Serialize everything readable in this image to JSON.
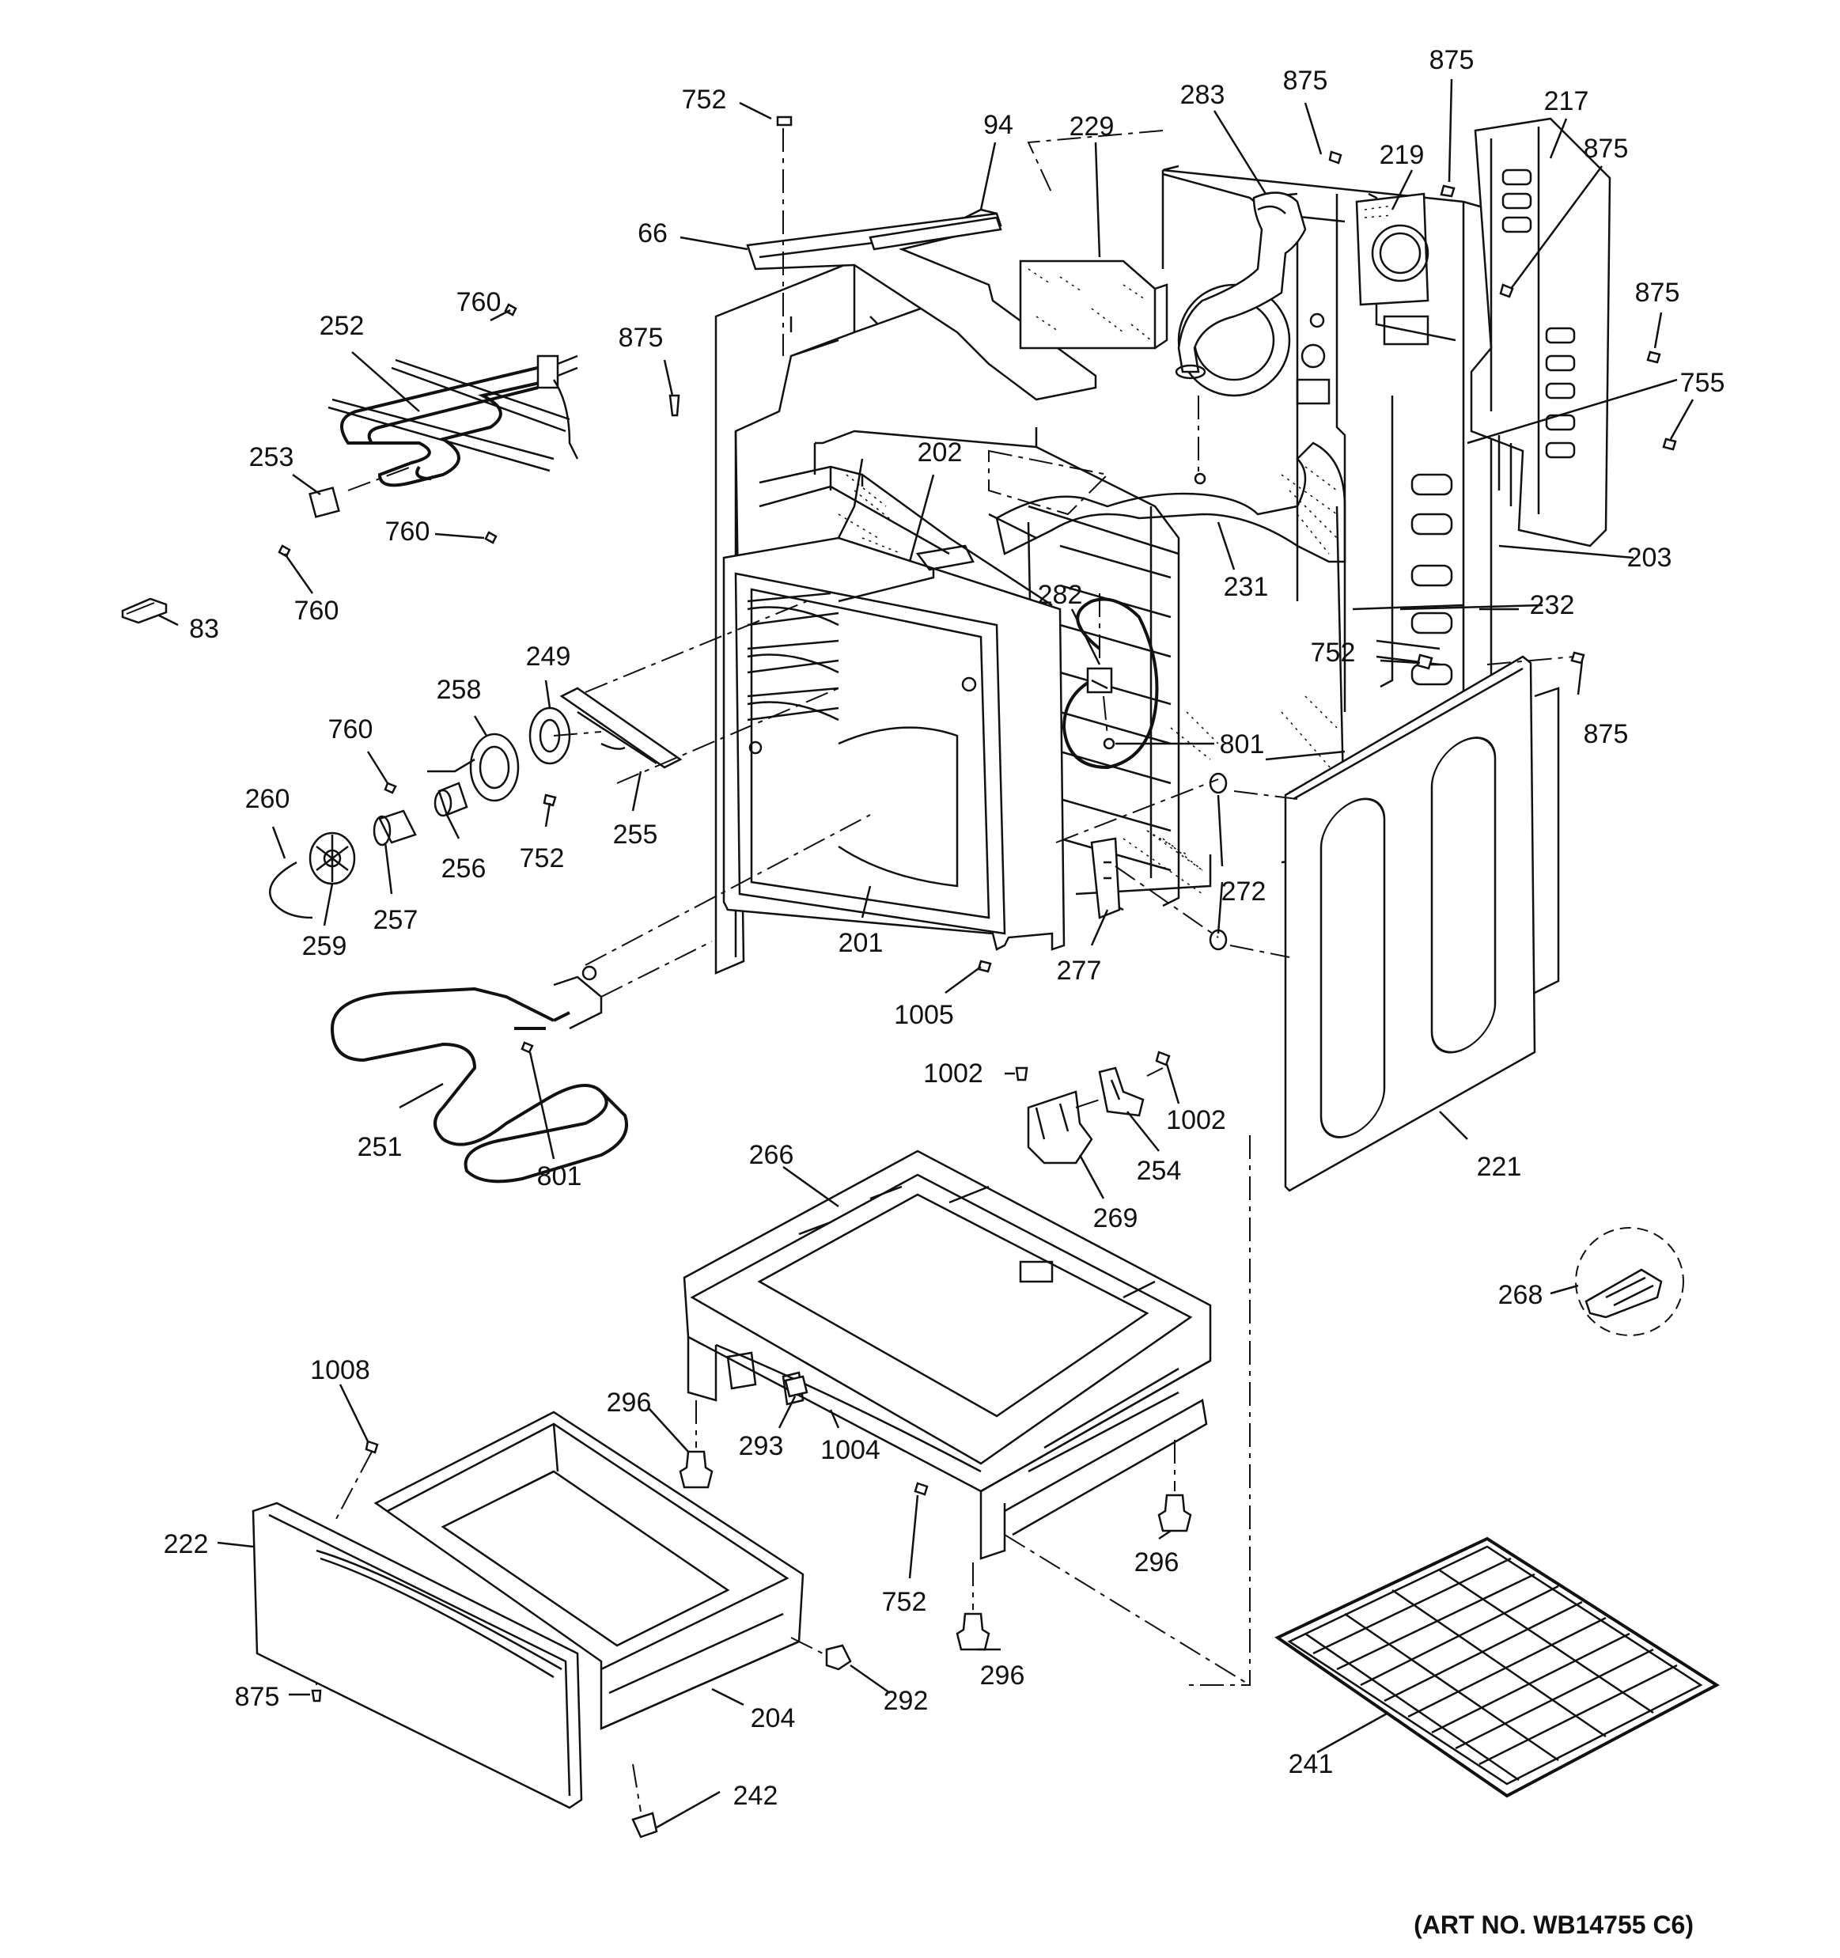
{
  "parts": [
    {
      "id": "p752a",
      "label": "752"
    },
    {
      "id": "p94",
      "label": "94"
    },
    {
      "id": "p229",
      "label": "229"
    },
    {
      "id": "p283",
      "label": "283"
    },
    {
      "id": "p875a",
      "label": "875"
    },
    {
      "id": "p875b",
      "label": "875"
    },
    {
      "id": "p219",
      "label": "219"
    },
    {
      "id": "p217",
      "label": "217"
    },
    {
      "id": "p875c",
      "label": "875"
    },
    {
      "id": "p66",
      "label": "66"
    },
    {
      "id": "p760a",
      "label": "760"
    },
    {
      "id": "p252",
      "label": "252"
    },
    {
      "id": "p875d",
      "label": "875"
    },
    {
      "id": "p875e",
      "label": "875"
    },
    {
      "id": "p755",
      "label": "755"
    },
    {
      "id": "p253",
      "label": "253"
    },
    {
      "id": "p202",
      "label": "202"
    },
    {
      "id": "p760b",
      "label": "760"
    },
    {
      "id": "p203",
      "label": "203"
    },
    {
      "id": "p760c",
      "label": "760"
    },
    {
      "id": "p231",
      "label": "231"
    },
    {
      "id": "p83",
      "label": "83"
    },
    {
      "id": "p282",
      "label": "282"
    },
    {
      "id": "p232",
      "label": "232"
    },
    {
      "id": "p249",
      "label": "249"
    },
    {
      "id": "p752b",
      "label": "752"
    },
    {
      "id": "p258",
      "label": "258"
    },
    {
      "id": "p760d",
      "label": "760"
    },
    {
      "id": "p875f",
      "label": "875"
    },
    {
      "id": "p801a",
      "label": "801"
    },
    {
      "id": "p260",
      "label": "260"
    },
    {
      "id": "p255",
      "label": "255"
    },
    {
      "id": "p256",
      "label": "256"
    },
    {
      "id": "p752c",
      "label": "752"
    },
    {
      "id": "p272",
      "label": "272"
    },
    {
      "id": "p257",
      "label": "257"
    },
    {
      "id": "p259",
      "label": "259"
    },
    {
      "id": "p201",
      "label": "201"
    },
    {
      "id": "p277",
      "label": "277"
    },
    {
      "id": "p1005",
      "label": "1005"
    },
    {
      "id": "p1002a",
      "label": "1002"
    },
    {
      "id": "p1002b",
      "label": "1002"
    },
    {
      "id": "p251",
      "label": "251"
    },
    {
      "id": "p801b",
      "label": "801"
    },
    {
      "id": "p266",
      "label": "266"
    },
    {
      "id": "p254",
      "label": "254"
    },
    {
      "id": "p221",
      "label": "221"
    },
    {
      "id": "p269",
      "label": "269"
    },
    {
      "id": "p268",
      "label": "268"
    },
    {
      "id": "p1008",
      "label": "1008"
    },
    {
      "id": "p296a",
      "label": "296"
    },
    {
      "id": "p293",
      "label": "293"
    },
    {
      "id": "p1004",
      "label": "1004"
    },
    {
      "id": "p222",
      "label": "222"
    },
    {
      "id": "p296b",
      "label": "296"
    },
    {
      "id": "p752d",
      "label": "752"
    },
    {
      "id": "p296c",
      "label": "296"
    },
    {
      "id": "p292",
      "label": "292"
    },
    {
      "id": "p875g",
      "label": "875"
    },
    {
      "id": "p204",
      "label": "204"
    },
    {
      "id": "p241",
      "label": "241"
    },
    {
      "id": "p242",
      "label": "242"
    }
  ],
  "art_number": "(ART NO. WB14755 C6)"
}
